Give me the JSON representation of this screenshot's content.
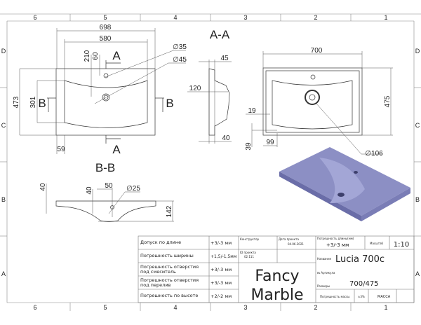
{
  "frame": {
    "columns": [
      "6",
      "5",
      "4",
      "3",
      "2",
      "1"
    ],
    "rows": [
      "D",
      "C",
      "B",
      "A"
    ]
  },
  "top_view": {
    "dims": {
      "overall_width": "698",
      "bowl_width": "580",
      "depth": "473",
      "bowl_depth": "301",
      "tap_offset": "210",
      "hole_offset": "60",
      "edge": "59",
      "hole_small": "∅35",
      "hole_large": "∅45"
    },
    "section_a_mark": "A",
    "section_b_mark": "B"
  },
  "section_aa": {
    "title": "A-A",
    "dims": {
      "top": "45",
      "depth": "120",
      "bottom": "40"
    }
  },
  "section_bb": {
    "title": "B-B",
    "dims": {
      "lip": "40",
      "inner": "40",
      "offset": "50",
      "drain": "∅25",
      "height": "142"
    }
  },
  "bottom_view": {
    "dims": {
      "width": "700",
      "depth": "475",
      "rim": "19",
      "slot_y": "39",
      "slot_x": "99",
      "drain": "∅106"
    }
  },
  "title_block": {
    "tolerances": [
      {
        "label": "Допуск по длине",
        "value": "+3/-3 мм"
      },
      {
        "label": "Погрешность ширины",
        "value": "+1,5/-1,5мм"
      },
      {
        "label": "Погрешность отверстия под смеситель",
        "value": "+3/-3 мм"
      },
      {
        "label": "Погрешность отверстия под перелив",
        "value": "+3/-3 мм"
      },
      {
        "label": "Погрешность по высоте",
        "value": "+2/-2 мм"
      }
    ],
    "designer_label": "Конструктор",
    "date_label": "Дата проекта",
    "date": "04.06.2021",
    "project_id_label": "ID проекта",
    "project_id": "02.111",
    "length_tol_label": "Погрешность длины(мм)",
    "length_tol": "+3/-3 мм",
    "scale_label": "Масштаб",
    "scale": "1:10",
    "name_label": "Название",
    "name": "Lucia 700c",
    "article_label": "№ Артикула",
    "size_label": "Размеры",
    "size": "700/475",
    "mass_tol_label": "Погрешность массы",
    "mass_tol": "±3%",
    "mass_label": "МАССА",
    "logo_line1": "Fancy",
    "logo_line2": "Marble"
  },
  "colors": {
    "render": "#8c8fc4",
    "render_dark": "#6a6da8"
  }
}
